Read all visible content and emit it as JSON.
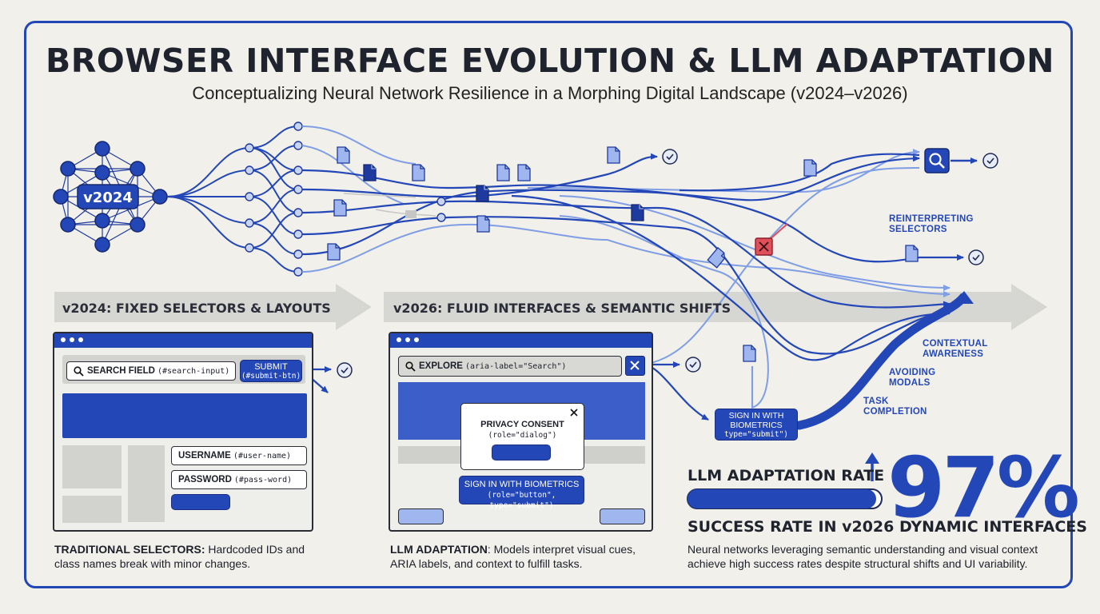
{
  "header": {
    "title": "BROWSER INTERFACE EVOLUTION & LLM ADAPTATION",
    "subtitle": "Conceptualizing Neural Network Resilience in a Morphing Digital Landscape (v2024–v2026)"
  },
  "network": {
    "node_label": "v2024"
  },
  "annotations": {
    "reinterpreting": [
      "REINTERPRETING",
      "SELECTORS"
    ],
    "contextual": [
      "CONTEXTUAL",
      "AWARENESS"
    ],
    "modals": [
      "AVOIDING",
      "MODALS"
    ],
    "task": [
      "TASK",
      "COMPLETION"
    ]
  },
  "banners": {
    "v2024": "v2024: FIXED SELECTORS & LAYOUTS",
    "v2026": "v2026: FLUID INTERFACES & SEMANTIC SHIFTS"
  },
  "window_2024": {
    "search_label": "SEARCH FIELD",
    "search_selector": "(#search-input)",
    "submit_label": "SUBMIT",
    "submit_selector": "(#submit-btn)",
    "username_label": "USERNAME",
    "username_selector": "(#user-name)",
    "password_label": "PASSWORD",
    "password_selector": "(#pass-word)"
  },
  "window_2026": {
    "explore_label": "EXPLORE",
    "explore_selector": "(aria-label=\"Search\")",
    "modal_title": "PRIVACY CONSENT",
    "modal_role": "(role=\"dialog\")",
    "biometrics_label": "SIGN IN WITH BIOMETRICS",
    "biometrics_role": "(role=\"button\", type=\"submit\")"
  },
  "flow_button": {
    "line1": "SIGN IN WITH",
    "line2": "BIOMETRICS",
    "line3": "type=\"submit\")"
  },
  "captions": {
    "left_bold": "TRADITIONAL SELECTORS:",
    "left_text": " Hardcoded IDs and",
    "left_line2": "class names break with minor changes.",
    "mid_bold": "LLM ADAPTATION",
    "mid_text": ": Models interpret visual cues,",
    "mid_line2": "ARIA labels, and context to fulfill tasks.",
    "right_line1": "Neural networks leveraging semantic understanding and visual context",
    "right_line2": "achieve high success rates despite structural shifts and UI variability."
  },
  "stats": {
    "adaptation_label": "LLM ADAPTATION RATE",
    "rate": 0.97,
    "rate_text": "97%",
    "success_label": "SUCCESS RATE IN v2026 DYNAMIC INTERFACES"
  },
  "colors": {
    "accent": "#2447b8",
    "light_accent": "#7f9ee6",
    "error": "#e0505a",
    "background": "#f1f0ea"
  },
  "icons": [
    "magnifier-icon",
    "check-circle-icon",
    "document-icon",
    "error-x-icon",
    "close-icon",
    "up-arrow-icon"
  ]
}
